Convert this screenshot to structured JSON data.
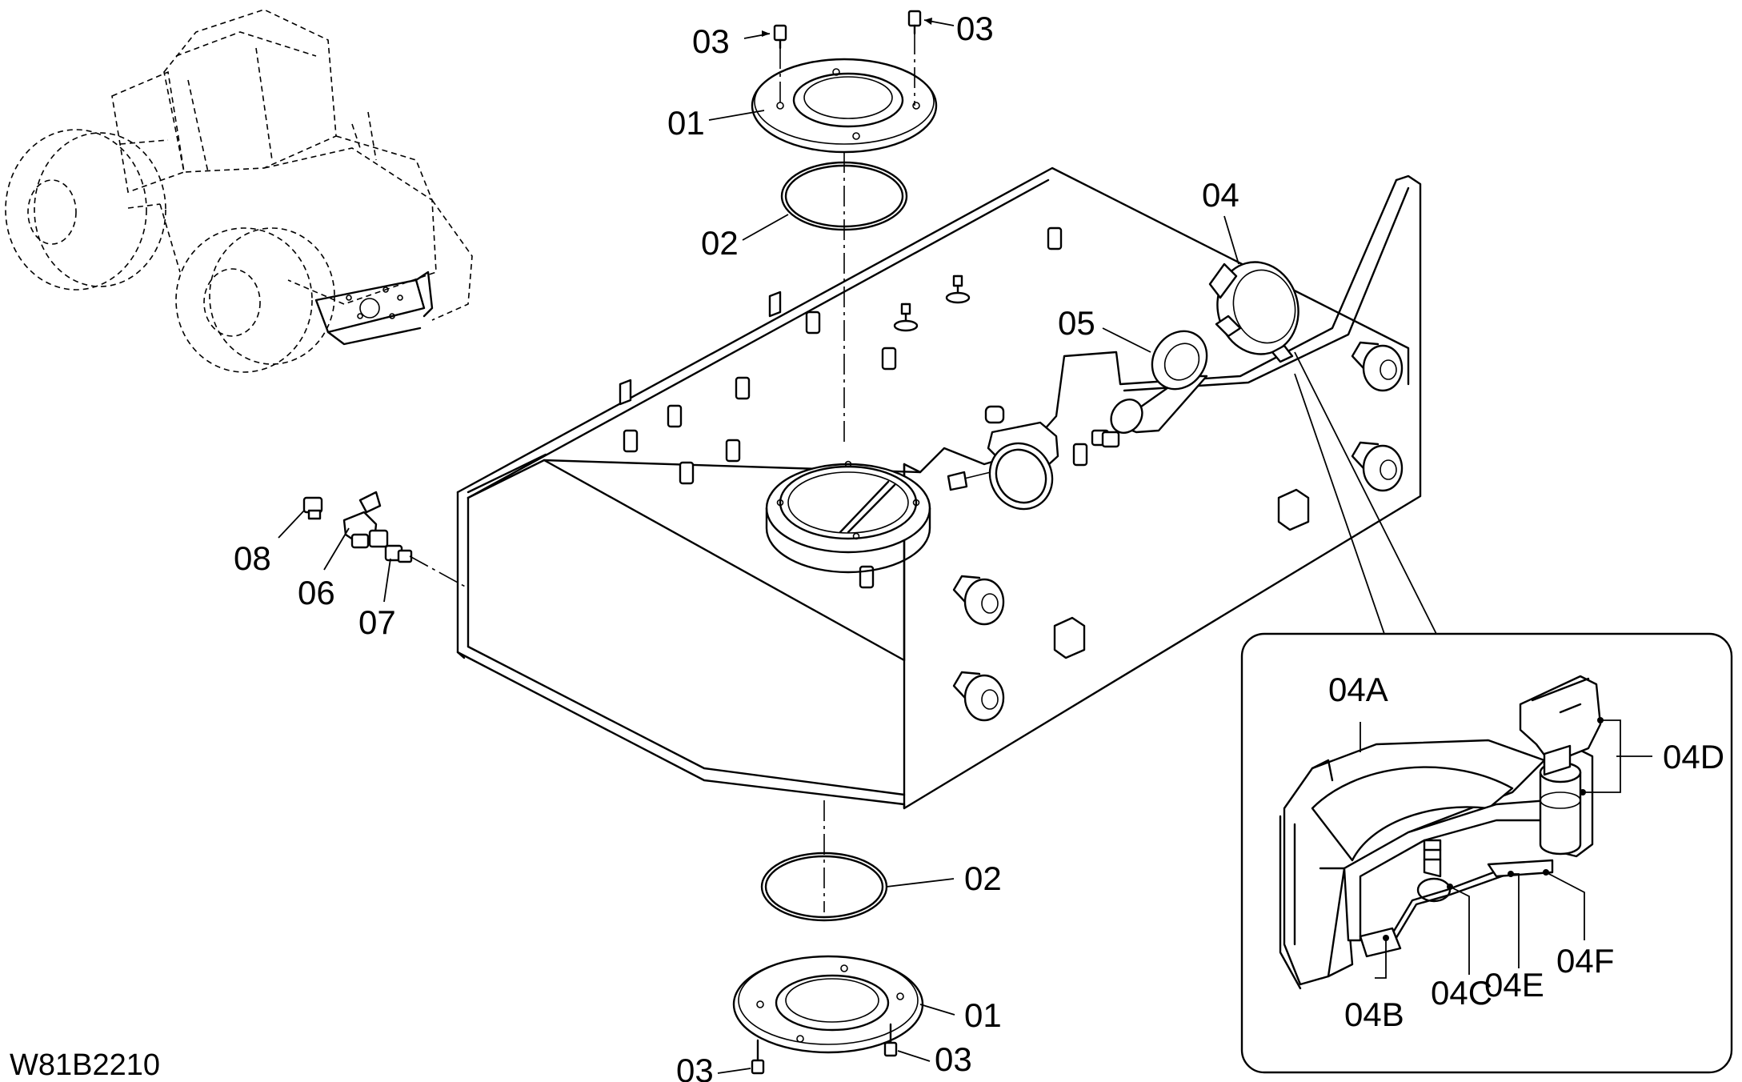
{
  "drawing_number": "W81B2210",
  "callouts": {
    "p01_top": "01",
    "p01_bottom": "01",
    "p02_top": "02",
    "p02_bottom": "02",
    "p03_top_left": "03",
    "p03_top_right": "03",
    "p03_bottom_left": "03",
    "p03_bottom_right": "03",
    "p04": "04",
    "p05": "05",
    "p06": "06",
    "p07": "07",
    "p08": "08"
  },
  "detail_callouts": {
    "a": "04A",
    "b": "04B",
    "c": "04C",
    "d": "04D",
    "e": "04E",
    "f": "04F"
  }
}
